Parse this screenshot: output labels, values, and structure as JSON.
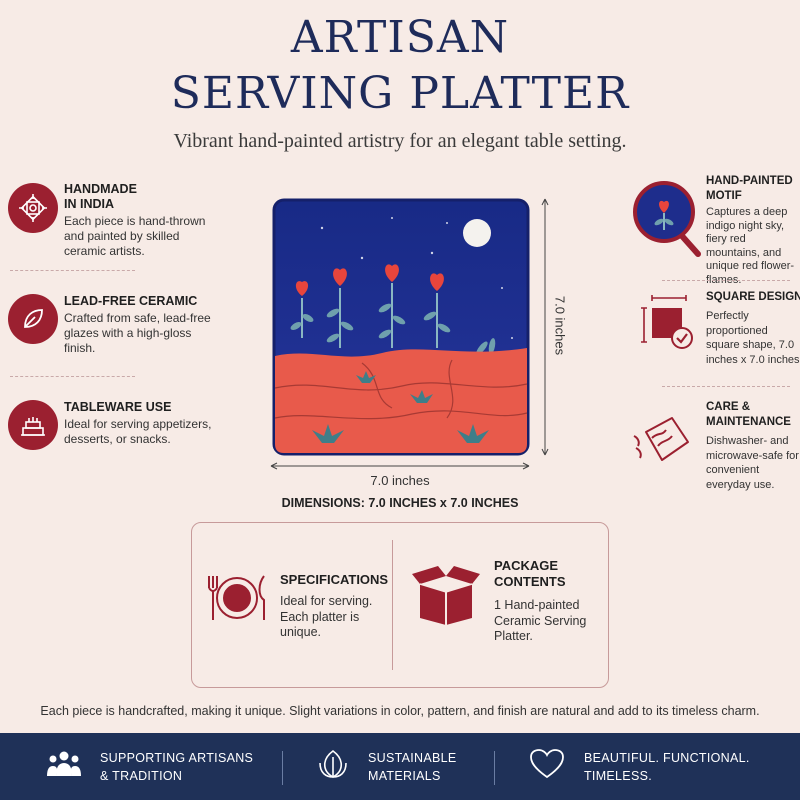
{
  "header": {
    "title_line1": "ARTISAN",
    "title_line2": "SERVING PLATTER",
    "subtitle": "Vibrant hand-painted artistry for an elegant table setting."
  },
  "features_left": [
    {
      "title_line1": "HANDMADE",
      "title_line2": "IN INDIA",
      "description": "Each piece is hand-thrown and painted by skilled ceramic artists.",
      "icon": "mandala-icon"
    },
    {
      "title_line1": "LEAD-FREE CERAMIC",
      "title_line2": "",
      "description": "Crafted from safe, lead-free glazes with a high-gloss finish.",
      "icon": "leaf-icon"
    },
    {
      "title_line1": "TABLEWARE USE",
      "title_line2": "",
      "description": "Ideal for serving appetizers, desserts, or snacks.",
      "icon": "cake-icon"
    }
  ],
  "features_right": [
    {
      "title_line1": "HAND-PAINTED",
      "title_line2": "MOTIF",
      "description": "Captures a deep indigo night sky, fiery red mountains, and unique red flower-flames.",
      "icon": "magnifier-icon"
    },
    {
      "title_line1": "SQUARE DESIGN",
      "title_line2": "",
      "description": "Perfectly proportioned square shape, 7.0 inches x 7.0 inches.",
      "icon": "square-check-icon"
    },
    {
      "title_line1": "CARE &",
      "title_line2": "MAINTENANCE",
      "description": "Dishwasher- and microwave-safe for convenient everyday use.",
      "icon": "cleaning-hand-icon"
    }
  ],
  "dimensions": {
    "width_label": "7.0 inches",
    "height_label": "7.0 inches",
    "caption": "DIMENSIONS: 7.0 INCHES x 7.0 INCHES"
  },
  "specs": {
    "title": "SPECIFICATIONS",
    "description": "Ideal for serving. Each platter is unique.",
    "icon": "plate-cutlery-icon"
  },
  "package": {
    "title_line1": "PACKAGE",
    "title_line2": "CONTENTS",
    "description": "1 Hand-painted Ceramic Serving Platter.",
    "icon": "box-icon"
  },
  "footnote": "Each piece is handcrafted, making it unique. Slight variations in color, pattern, and finish are natural and add to its timeless charm.",
  "bottom_band": [
    {
      "line1": "SUPPORTING ARTISANS",
      "line2": "& TRADITION",
      "icon": "people-icon"
    },
    {
      "line1": "SUSTAINABLE",
      "line2": "MATERIALS",
      "icon": "leaf-outline-icon"
    },
    {
      "line1": "BEAUTIFUL. FUNCTIONAL.",
      "line2": "TIMELESS.",
      "icon": "heart-icon"
    }
  ],
  "colors": {
    "background": "#f7ebe6",
    "title": "#1e2b5a",
    "accent": "#9b2030",
    "band": "#1f3158",
    "platter_sky": "#1e2d8c",
    "platter_hills": "#e8574a"
  }
}
